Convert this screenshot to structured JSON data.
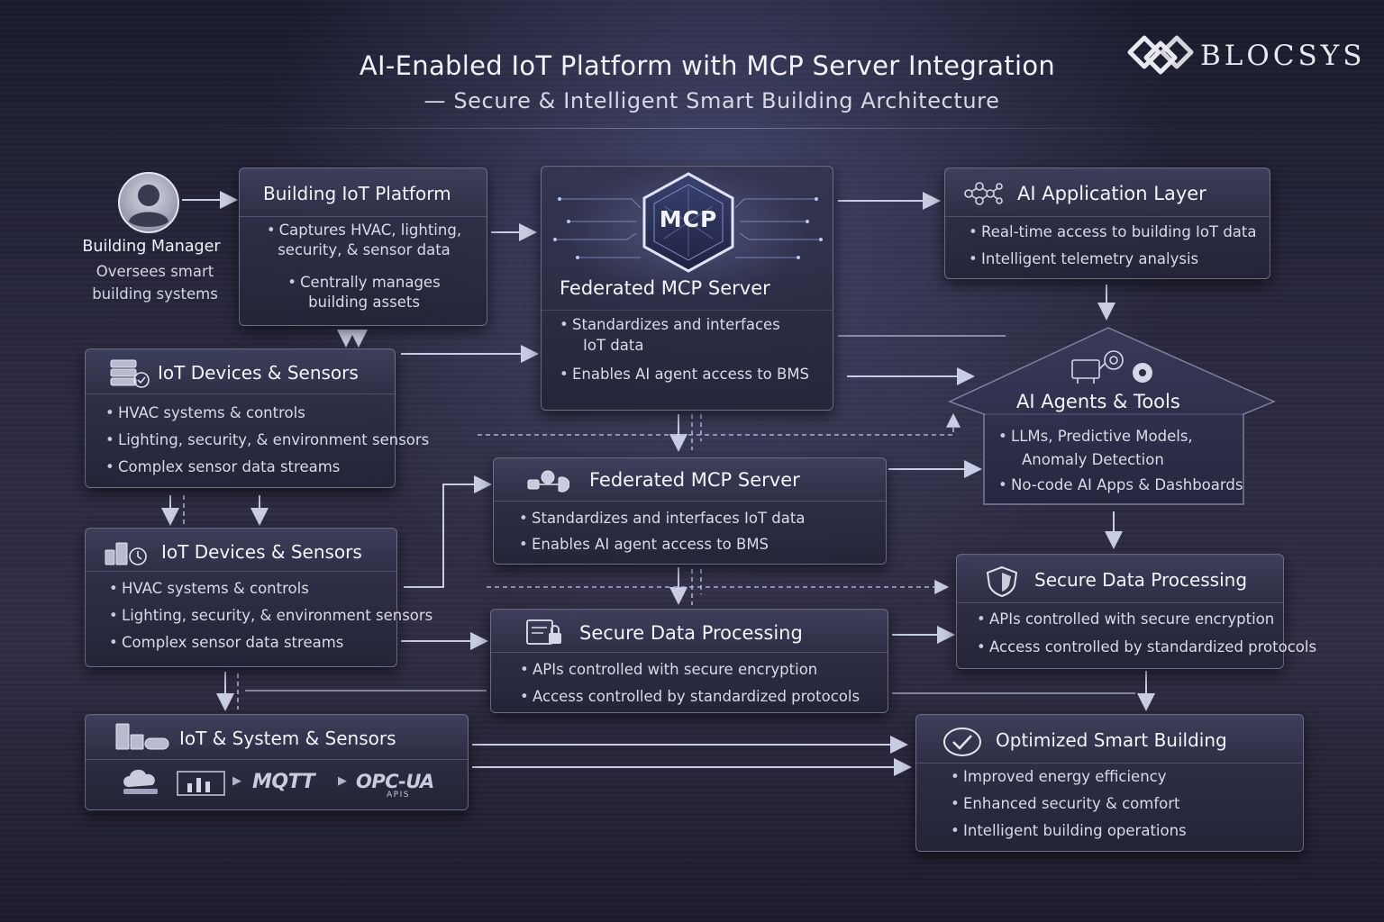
{
  "header": {
    "title": "AI-Enabled IoT Platform with MCP Server Integration",
    "subtitle": "— Secure & Intelligent Smart Building Architecture"
  },
  "logo": {
    "text": "BLOCSYS"
  },
  "manager": {
    "title": "Building Manager",
    "line1": "Oversees smart",
    "line2": "building systems"
  },
  "platform": {
    "title": "Building IoT Platform",
    "b1a": "Captures HVAC, lighting,",
    "b1b": "security, & sensor data",
    "b2a": "Centrally manages",
    "b2b": "building assets"
  },
  "mcp_main": {
    "badge": "MCP",
    "title": "Federated MCP Server",
    "b1a": "Standardizes and interfaces",
    "b1b": "IoT data",
    "b2": "Enables AI agent access to BMS"
  },
  "ai_app": {
    "title": "AI Application Layer",
    "b1": "Real-time access to building IoT data",
    "b2": "Intelligent telemetry analysis"
  },
  "iot1": {
    "title": "IoT Devices & Sensors",
    "b1": "HVAC systems & controls",
    "b2": "Lighting, security, & environment sensors",
    "b3": "Complex sensor data streams"
  },
  "ai_agents": {
    "title": "AI Agents & Tools",
    "b1a": "LLMs, Predictive Models,",
    "b1b": "Anomaly Detection",
    "b2": "No-code AI Apps & Dashboards"
  },
  "mcp_second": {
    "title": "Federated MCP Server",
    "b1": "Standardizes and interfaces IoT data",
    "b2": "Enables AI agent access to BMS"
  },
  "iot2": {
    "title": "IoT Devices & Sensors",
    "b1": "HVAC systems & controls",
    "b2": "Lighting, security, & environment sensors",
    "b3": "Complex sensor data streams"
  },
  "secure_right": {
    "title": "Secure Data Processing",
    "b1": "APIs controlled with secure encryption",
    "b2": "Access controlled by standardized protocols"
  },
  "secure_mid": {
    "title": "Secure Data Processing",
    "b1": "APIs controlled with secure encryption",
    "b2": "Access controlled by standardized protocols"
  },
  "iot_system": {
    "title": "IoT & System & Sensors",
    "mqtt": "MQTT",
    "opcua": "OPC-UA",
    "apis": "APIS"
  },
  "optimized": {
    "title": "Optimized Smart Building",
    "b1": "Improved energy efficiency",
    "b2": "Enhanced security & comfort",
    "b3": "Intelligent building operations"
  },
  "icons": [
    "user-icon",
    "mcp-hexagon-icon",
    "network-icon",
    "database-icon",
    "devices-icon",
    "agents-gear-icon",
    "nodes-icon",
    "shield-icon",
    "document-lock-icon",
    "check-circle-icon",
    "cloud-icon",
    "chart-icon"
  ],
  "colors": {
    "background": "#26253a",
    "panel": "#2e2e48",
    "border": "#b4b8d6",
    "text": "#e6e8f2"
  }
}
